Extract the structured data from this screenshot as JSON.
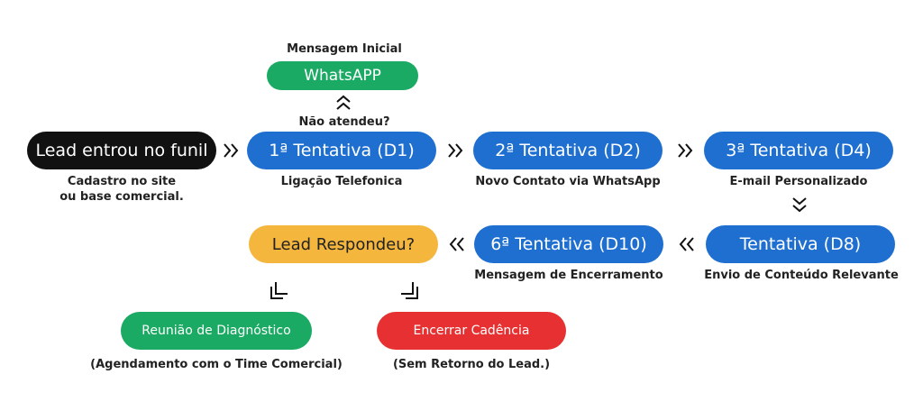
{
  "top": {
    "caption": "Mensagem Inicial",
    "whatsapp_label": "WhatsAPP",
    "question": "Não atendeu?"
  },
  "start": {
    "label": "Lead entrou no funil",
    "caption_line1": "Cadastro no site",
    "caption_line2": "ou base comercial."
  },
  "steps": [
    {
      "label": "1ª Tentativa (D1)",
      "caption": "Ligação Telefonica"
    },
    {
      "label": "2ª Tentativa (D2)",
      "caption": "Novo Contato via WhatsApp"
    },
    {
      "label": "3ª Tentativa (D4)",
      "caption": "E-mail Personalizado"
    },
    {
      "label": "Tentativa (D8)",
      "caption": "Envio de Conteúdo Relevante"
    },
    {
      "label": "6ª Tentativa (D10)",
      "caption": "Mensagem de Encerramento"
    }
  ],
  "decision": {
    "label": "Lead Respondeu?"
  },
  "outcomes": {
    "yes": {
      "label": "Reunião de Diagnóstico",
      "caption": "(Agendamento com o Time Comercial)"
    },
    "no": {
      "label": "Encerrar Cadência",
      "caption": "(Sem Retorno do Lead.)"
    }
  },
  "colors": {
    "blue": "#1f6fd1",
    "black": "#111111",
    "green": "#1aaa63",
    "yellow": "#f4b63d",
    "red": "#e63031"
  },
  "icons": [
    "double-chevron-right-icon",
    "double-chevron-left-icon",
    "double-chevron-up-icon",
    "double-chevron-down-icon",
    "corner-arrow-icon"
  ]
}
